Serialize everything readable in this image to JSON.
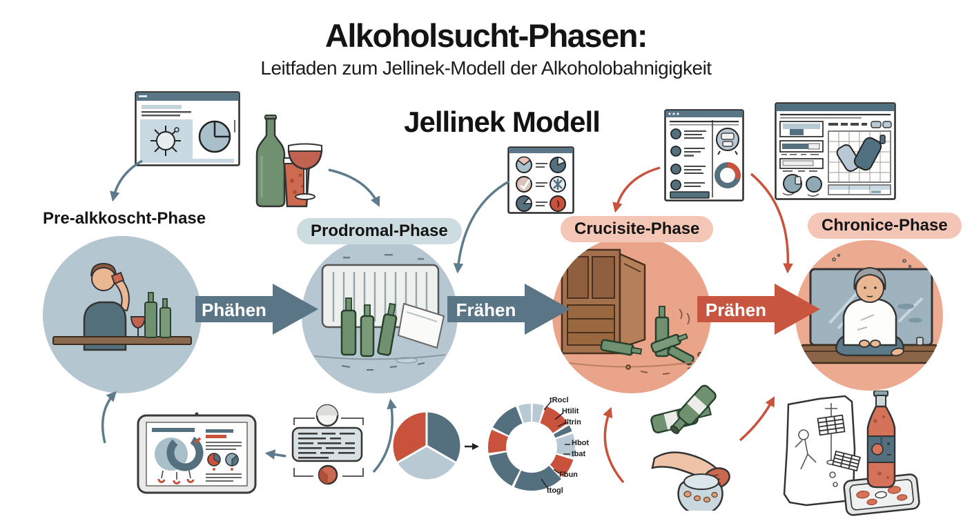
{
  "header": {
    "title": "Alkoholsucht-Phasen:",
    "subtitle": "Leitfaden zum Jellinek-Modell der Alkoholobahnigigkeit",
    "model_heading": "Jellinek Modell"
  },
  "phases": [
    {
      "label": "Pre-alkkoscht-Phase",
      "pill": false,
      "circle_color": "#b4c6cf"
    },
    {
      "label": "Prodromal-Phase",
      "pill": true,
      "pill_color": "#cddce0",
      "circle_color": "#b6c7d1"
    },
    {
      "label": "Crucisite-Phase",
      "pill": true,
      "pill_color": "#f4c6b5",
      "circle_color": "#e9a489"
    },
    {
      "label": "Chronice-Phase",
      "pill": true,
      "pill_color": "#f4c6b7",
      "circle_color": "#ecab91"
    }
  ],
  "transition_arrows": [
    {
      "label": "Phähen",
      "color": "#5a7686"
    },
    {
      "label": "Frähen",
      "color": "#5a7686"
    },
    {
      "label": "Prähen",
      "color": "#c85540"
    }
  ],
  "donut_chart": {
    "labels": [
      "tRocl",
      "Htilit",
      "Iltrin",
      "Hbot",
      "tbat",
      "Fbun",
      "ttogl"
    ],
    "segment_colors": [
      "#b9c9d3",
      "#c8523c",
      "#54707f"
    ]
  },
  "icons": [
    "browser-analytics-window",
    "alcohol-bottles-group",
    "pie-icons-panel",
    "checklist-panel",
    "dashboard-window",
    "tablet-report",
    "notes-flowchart",
    "pie-chart",
    "donut-chart",
    "falling-bottles-arm-bowl",
    "newspaper-bottle-tray"
  ],
  "palette": {
    "slate": "#5a7686",
    "slate_dark": "#54707f",
    "red": "#c85540",
    "bottle_green": "#6f9170",
    "drink_red": "#cd6a50",
    "light_blue": "#b9c9d3",
    "salmon": "#eba98e"
  }
}
